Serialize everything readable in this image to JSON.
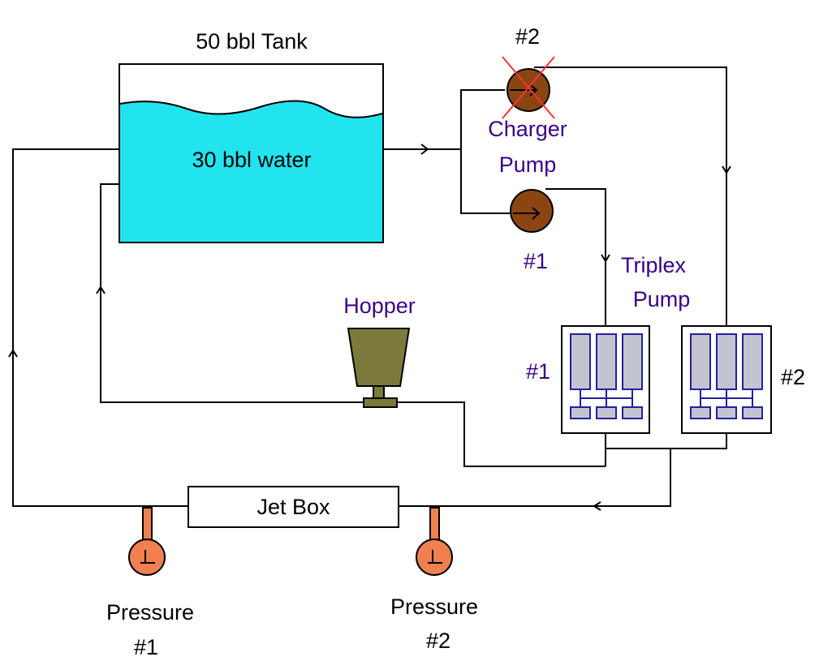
{
  "tank": {
    "title": "50 bbl Tank",
    "contents": "30 bbl water"
  },
  "charger_pump": {
    "label_line1": "Charger",
    "label_line2": "Pump",
    "pump1_id": "#1",
    "pump2_id": "#2",
    "pump2_status": "failed"
  },
  "triplex_pump": {
    "label_line1": "Triplex",
    "label_line2": "Pump",
    "pump1_id": "#1",
    "pump2_id": "#2"
  },
  "hopper": {
    "label": "Hopper"
  },
  "jet_box": {
    "label": "Jet Box"
  },
  "gauges": [
    {
      "label_line1": "Pressure",
      "label_line2": "#1"
    },
    {
      "label_line1": "Pressure",
      "label_line2": "#2"
    }
  ],
  "colors": {
    "water": "#22e4ee",
    "charger_pump": "#8b4513",
    "gauge": "#f08050",
    "hopper": "#7b7a3c",
    "triplex_cylinder": "#c4c4d0",
    "failure_mark": "#ff3333",
    "pump_id_text": "#3a0088"
  }
}
